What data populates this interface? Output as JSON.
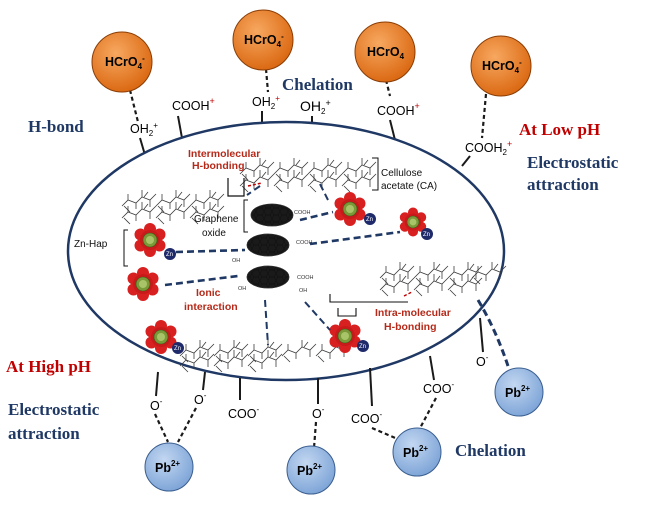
{
  "ions": {
    "hcro4": "HCrO",
    "hcro4_sub": "4",
    "hcro4_sup": "-",
    "pb": "Pb",
    "pb_sup": "2+"
  },
  "groups": {
    "oh2": "OH",
    "oh2_sub": "2",
    "oh2_sup": "+",
    "cooh2": "COOH",
    "cooh2_sub": "2",
    "cooh2_sup": "+",
    "o": "O",
    "o_sup": "-",
    "coo": "COO",
    "coo_sup": "-"
  },
  "labels": {
    "h_bond": "H-bond",
    "chelation": "Chelation",
    "at_low_ph": "At Low pH",
    "electrostatic": "Electrostatic",
    "attraction": "attraction",
    "at_high_ph": "At High pH"
  },
  "inner": {
    "intermolecular_1": "Intermolecular",
    "intermolecular_2": "H-bonding",
    "cellulose_1": "Cellulose",
    "cellulose_2": "acetate (CA)",
    "graphene_1": "Graphene",
    "graphene_2": "oxide",
    "znhap": "Zn-Hap",
    "ionic_1": "Ionic",
    "ionic_2": "interaction",
    "intra_1": "Intra-molecular",
    "intra_2": "H-bonding",
    "zn": "Zn",
    "cooh_small": "COOH",
    "oh_small": "OH"
  },
  "colors": {
    "hcro4_fill": "#ec7a1c",
    "pb_fill": "#8fb4e3",
    "ellipse_stroke": "#1f3864",
    "label_blue": "#1f3864",
    "label_red": "#c00000",
    "znhap_red": "#d92020",
    "znhap_green": "#7a9a3a"
  }
}
